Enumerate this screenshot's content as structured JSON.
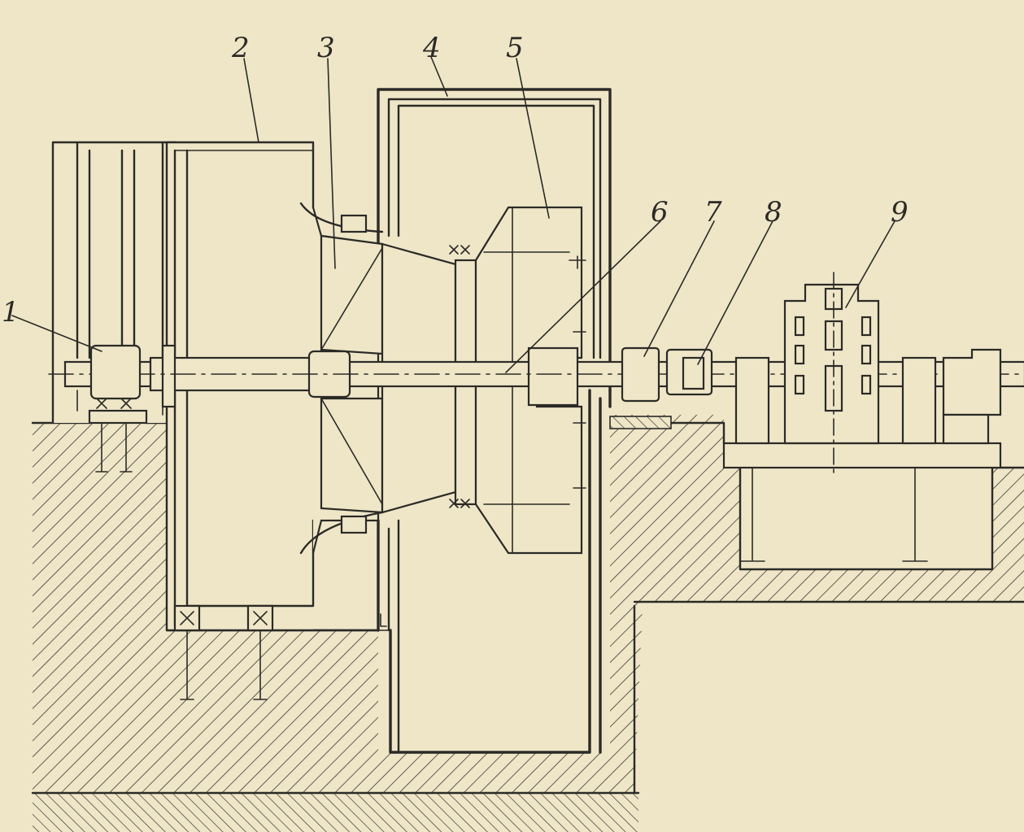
{
  "diagram": {
    "callouts": [
      {
        "id": 1,
        "label": "1"
      },
      {
        "id": 2,
        "label": "2"
      },
      {
        "id": 3,
        "label": "3"
      },
      {
        "id": 4,
        "label": "4"
      },
      {
        "id": 5,
        "label": "5"
      },
      {
        "id": 6,
        "label": "6"
      },
      {
        "id": 7,
        "label": "7"
      },
      {
        "id": 8,
        "label": "8"
      },
      {
        "id": 9,
        "label": "9"
      }
    ],
    "colors": {
      "paper": "#efe6c8",
      "ink": "#2b2a26",
      "hatch": "#3a3832"
    }
  }
}
